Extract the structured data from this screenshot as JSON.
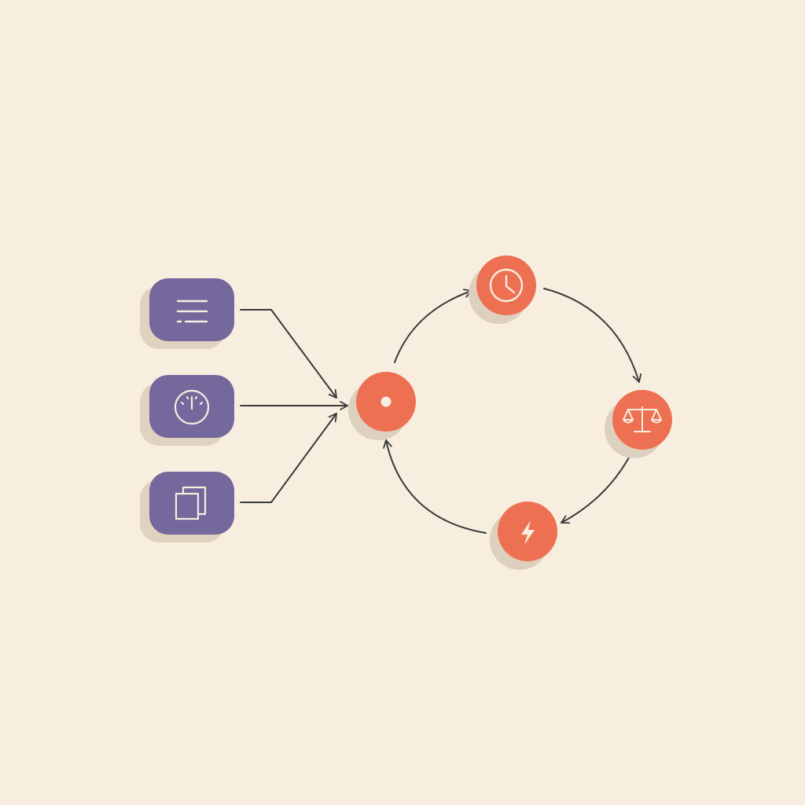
{
  "colors": {
    "background": "#f8eee0",
    "input_node": "#74689c",
    "input_node_shadow": "#dfd3c0",
    "process_node": "#ee7052",
    "process_node_shadow": "#ddd0be",
    "icon_stroke": "#f8eee0",
    "connector": "#3a3a3a"
  },
  "inputs": [
    {
      "id": "input-list",
      "icon": "list-lines-icon"
    },
    {
      "id": "input-gauge",
      "icon": "gauge-icon"
    },
    {
      "id": "input-copy",
      "icon": "copy-pages-icon"
    }
  ],
  "hub": {
    "id": "hub",
    "icon": "dot-icon"
  },
  "cycle": [
    {
      "id": "cycle-clock",
      "icon": "clock-icon"
    },
    {
      "id": "cycle-balance",
      "icon": "balance-scale-icon"
    },
    {
      "id": "cycle-lightning",
      "icon": "lightning-icon"
    }
  ],
  "edges": [
    {
      "from": "input-list",
      "to": "hub"
    },
    {
      "from": "input-gauge",
      "to": "hub"
    },
    {
      "from": "input-copy",
      "to": "hub"
    },
    {
      "from": "hub",
      "to": "cycle-clock"
    },
    {
      "from": "cycle-clock",
      "to": "cycle-balance"
    },
    {
      "from": "cycle-balance",
      "to": "cycle-lightning"
    },
    {
      "from": "cycle-lightning",
      "to": "hub"
    }
  ]
}
